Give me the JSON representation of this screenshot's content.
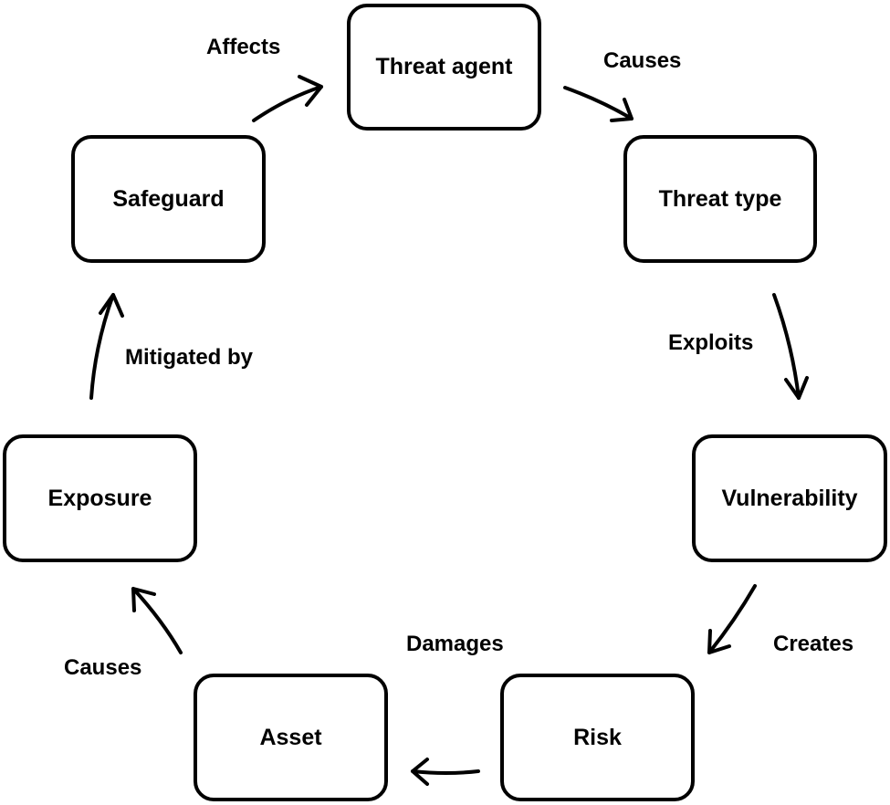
{
  "nodes": {
    "threat_agent": "Threat agent",
    "threat_type": "Threat type",
    "vulnerability": "Vulnerability",
    "risk": "Risk",
    "asset": "Asset",
    "exposure": "Exposure",
    "safeguard": "Safeguard"
  },
  "edges": {
    "affects": "Affects",
    "causes_threat": "Causes",
    "exploits": "Exploits",
    "creates": "Creates",
    "damages": "Damages",
    "causes_exposure": "Causes",
    "mitigated_by": "Mitigated by"
  },
  "colors": {
    "stroke": "#000000",
    "background": "#ffffff"
  }
}
